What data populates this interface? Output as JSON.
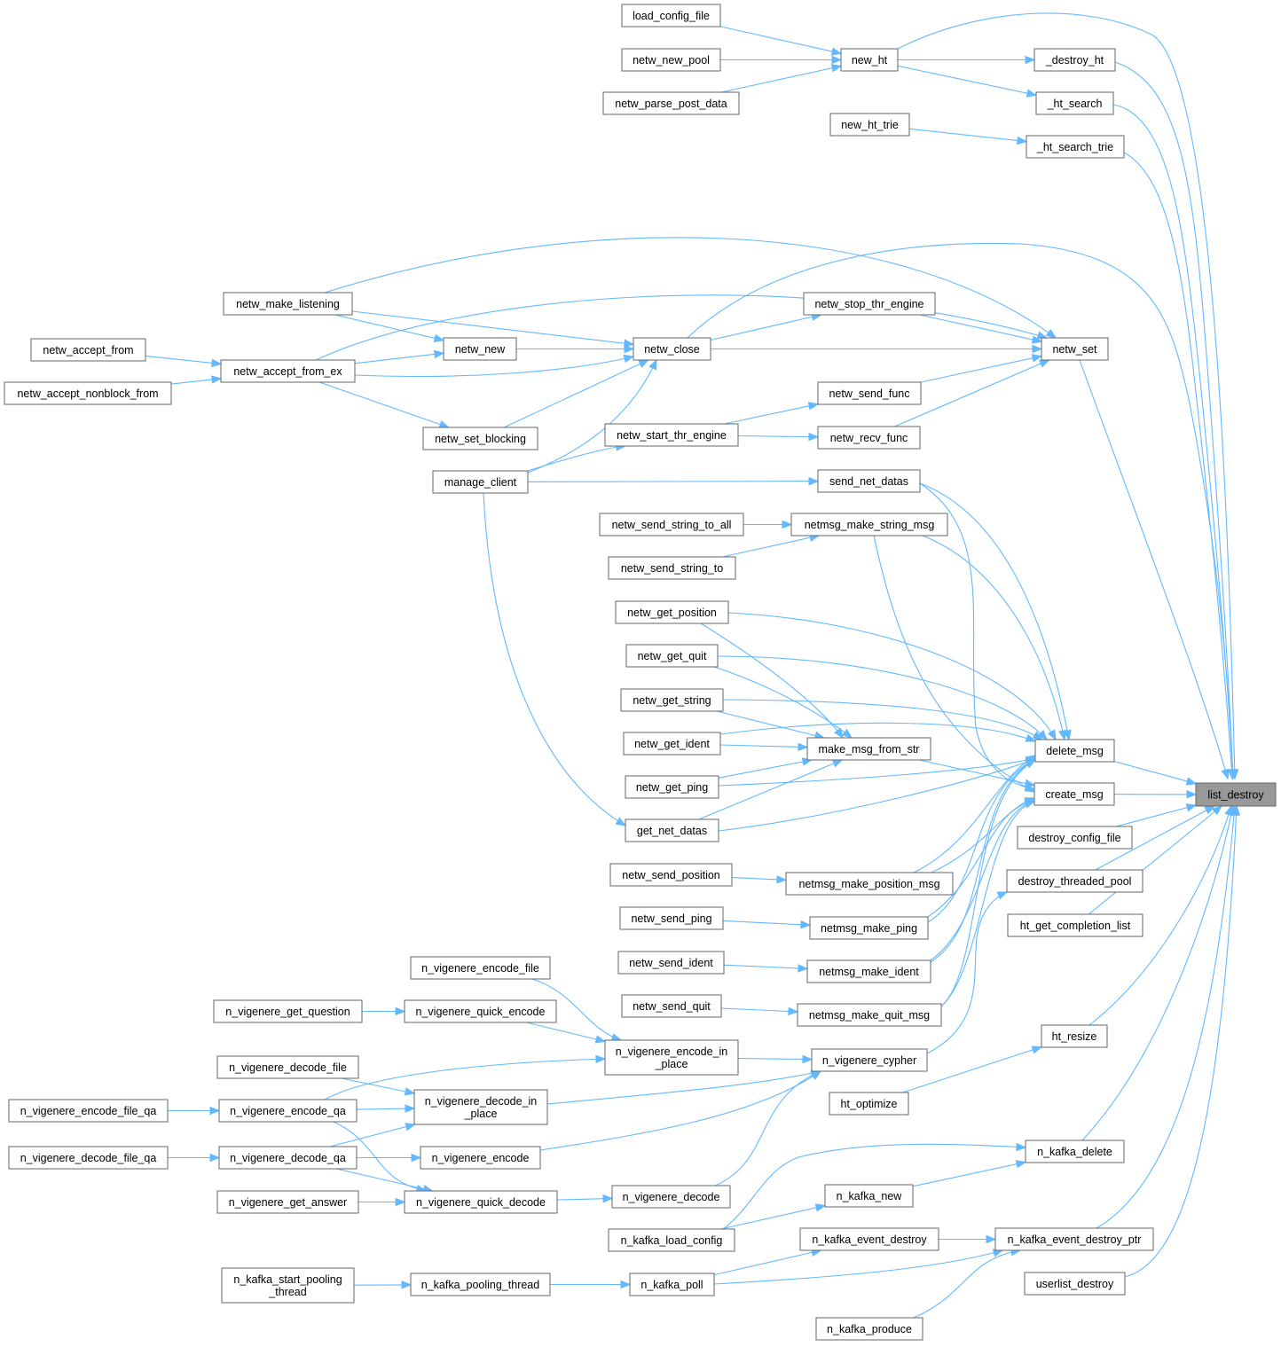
{
  "nodes": {
    "load_config_file": {
      "lines": [
        "load_config_file"
      ]
    },
    "netw_new_pool": {
      "lines": [
        "netw_new_pool"
      ]
    },
    "netw_parse_post_data": {
      "lines": [
        "netw_parse_post_data"
      ]
    },
    "new_ht": {
      "lines": [
        "new_ht"
      ]
    },
    "_destroy_ht": {
      "lines": [
        "_destroy_ht"
      ]
    },
    "_ht_search": {
      "lines": [
        "_ht_search"
      ]
    },
    "new_ht_trie": {
      "lines": [
        "new_ht_trie"
      ]
    },
    "_ht_search_trie": {
      "lines": [
        "_ht_search_trie"
      ]
    },
    "netw_make_listening": {
      "lines": [
        "netw_make_listening"
      ]
    },
    "netw_stop_thr_engine": {
      "lines": [
        "netw_stop_thr_engine"
      ]
    },
    "netw_accept_from": {
      "lines": [
        "netw_accept_from"
      ]
    },
    "netw_new": {
      "lines": [
        "netw_new"
      ]
    },
    "netw_close": {
      "lines": [
        "netw_close"
      ]
    },
    "netw_set": {
      "lines": [
        "netw_set"
      ]
    },
    "netw_accept_from_ex": {
      "lines": [
        "netw_accept_from_ex"
      ]
    },
    "netw_accept_nonblock_from": {
      "lines": [
        "netw_accept_nonblock_from"
      ]
    },
    "netw_send_func": {
      "lines": [
        "netw_send_func"
      ]
    },
    "netw_start_thr_engine": {
      "lines": [
        "netw_start_thr_engine"
      ]
    },
    "netw_set_blocking": {
      "lines": [
        "netw_set_blocking"
      ]
    },
    "netw_recv_func": {
      "lines": [
        "netw_recv_func"
      ]
    },
    "manage_client": {
      "lines": [
        "manage_client"
      ]
    },
    "send_net_datas": {
      "lines": [
        "send_net_datas"
      ]
    },
    "netw_send_string_to_all": {
      "lines": [
        "netw_send_string_to_all"
      ]
    },
    "netmsg_make_string_msg": {
      "lines": [
        "netmsg_make_string_msg"
      ]
    },
    "netw_send_string_to": {
      "lines": [
        "netw_send_string_to"
      ]
    },
    "netw_get_position": {
      "lines": [
        "netw_get_position"
      ]
    },
    "netw_get_quit": {
      "lines": [
        "netw_get_quit"
      ]
    },
    "netw_get_string": {
      "lines": [
        "netw_get_string"
      ]
    },
    "netw_get_ident": {
      "lines": [
        "netw_get_ident"
      ]
    },
    "make_msg_from_str": {
      "lines": [
        "make_msg_from_str"
      ]
    },
    "delete_msg": {
      "lines": [
        "delete_msg"
      ]
    },
    "netw_get_ping": {
      "lines": [
        "netw_get_ping"
      ]
    },
    "create_msg": {
      "lines": [
        "create_msg"
      ]
    },
    "list_destroy": {
      "lines": [
        "list_destroy"
      ]
    },
    "get_net_datas": {
      "lines": [
        "get_net_datas"
      ]
    },
    "destroy_config_file": {
      "lines": [
        "destroy_config_file"
      ]
    },
    "netw_send_position": {
      "lines": [
        "netw_send_position"
      ]
    },
    "netmsg_make_position_msg": {
      "lines": [
        "netmsg_make_position_msg"
      ]
    },
    "destroy_threaded_pool": {
      "lines": [
        "destroy_threaded_pool"
      ]
    },
    "netw_send_ping": {
      "lines": [
        "netw_send_ping"
      ]
    },
    "netmsg_make_ping": {
      "lines": [
        "netmsg_make_ping"
      ]
    },
    "ht_get_completion_list": {
      "lines": [
        "ht_get_completion_list"
      ]
    },
    "netw_send_ident": {
      "lines": [
        "netw_send_ident"
      ]
    },
    "netmsg_make_ident": {
      "lines": [
        "netmsg_make_ident"
      ]
    },
    "n_vigenere_encode_file": {
      "lines": [
        "n_vigenere_encode_file"
      ]
    },
    "n_vigenere_get_question": {
      "lines": [
        "n_vigenere_get_question"
      ]
    },
    "n_vigenere_quick_encode": {
      "lines": [
        "n_vigenere_quick_encode"
      ]
    },
    "netw_send_quit": {
      "lines": [
        "netw_send_quit"
      ]
    },
    "netmsg_make_quit_msg": {
      "lines": [
        "netmsg_make_quit_msg"
      ]
    },
    "ht_resize": {
      "lines": [
        "ht_resize"
      ]
    },
    "n_vigenere_encode_in_place": {
      "lines": [
        "n_vigenere_encode_in",
        "_place"
      ]
    },
    "n_vigenere_cypher": {
      "lines": [
        "n_vigenere_cypher"
      ]
    },
    "n_vigenere_decode_file": {
      "lines": [
        "n_vigenere_decode_file"
      ]
    },
    "n_vigenere_decode_in_place": {
      "lines": [
        "n_vigenere_decode_in",
        "_place"
      ]
    },
    "ht_optimize": {
      "lines": [
        "ht_optimize"
      ]
    },
    "n_vigenere_encode_file_qa": {
      "lines": [
        "n_vigenere_encode_file_qa"
      ]
    },
    "n_vigenere_encode_qa": {
      "lines": [
        "n_vigenere_encode_qa"
      ]
    },
    "n_vigenere_decode_file_qa": {
      "lines": [
        "n_vigenere_decode_file_qa"
      ]
    },
    "n_vigenere_decode_qa": {
      "lines": [
        "n_vigenere_decode_qa"
      ]
    },
    "n_vigenere_encode": {
      "lines": [
        "n_vigenere_encode"
      ]
    },
    "n_kafka_delete": {
      "lines": [
        "n_kafka_delete"
      ]
    },
    "n_vigenere_get_answer": {
      "lines": [
        "n_vigenere_get_answer"
      ]
    },
    "n_vigenere_quick_decode": {
      "lines": [
        "n_vigenere_quick_decode"
      ]
    },
    "n_vigenere_decode": {
      "lines": [
        "n_vigenere_decode"
      ]
    },
    "n_kafka_new": {
      "lines": [
        "n_kafka_new"
      ]
    },
    "n_kafka_load_config": {
      "lines": [
        "n_kafka_load_config"
      ]
    },
    "n_kafka_event_destroy": {
      "lines": [
        "n_kafka_event_destroy"
      ]
    },
    "n_kafka_event_destroy_ptr": {
      "lines": [
        "n_kafka_event_destroy_ptr"
      ]
    },
    "n_kafka_start_pooling_thread": {
      "lines": [
        "n_kafka_start_pooling",
        "_thread"
      ]
    },
    "n_kafka_pooling_thread": {
      "lines": [
        "n_kafka_pooling_thread"
      ]
    },
    "n_kafka_poll": {
      "lines": [
        "n_kafka_poll"
      ]
    },
    "userlist_destroy": {
      "lines": [
        "userlist_destroy"
      ]
    },
    "n_kafka_produce": {
      "lines": [
        "n_kafka_produce"
      ]
    }
  },
  "highlighted": "list_destroy",
  "edges": [
    [
      "load_config_file",
      "new_ht"
    ],
    [
      "netw_new_pool",
      "new_ht"
    ],
    [
      "netw_parse_post_data",
      "new_ht"
    ],
    [
      "new_ht",
      "_destroy_ht"
    ],
    [
      "new_ht",
      "_ht_search"
    ],
    [
      "new_ht",
      "list_destroy"
    ],
    [
      "new_ht_trie",
      "_ht_search_trie"
    ],
    [
      "_destroy_ht",
      "list_destroy"
    ],
    [
      "_ht_search",
      "list_destroy"
    ],
    [
      "_ht_search_trie",
      "list_destroy"
    ],
    [
      "netw_make_listening",
      "netw_set"
    ],
    [
      "netw_make_listening",
      "netw_close"
    ],
    [
      "netw_make_listening",
      "netw_new"
    ],
    [
      "netw_accept_from",
      "netw_accept_from_ex"
    ],
    [
      "netw_accept_nonblock_from",
      "netw_accept_from_ex"
    ],
    [
      "netw_accept_from_ex",
      "netw_new"
    ],
    [
      "netw_accept_from_ex",
      "netw_close"
    ],
    [
      "netw_accept_from_ex",
      "netw_set"
    ],
    [
      "netw_accept_from_ex",
      "netw_set_blocking"
    ],
    [
      "netw_new",
      "netw_close"
    ],
    [
      "netw_set_blocking",
      "netw_close"
    ],
    [
      "netw_close",
      "netw_stop_thr_engine"
    ],
    [
      "netw_close",
      "netw_set"
    ],
    [
      "netw_close",
      "list_destroy"
    ],
    [
      "netw_stop_thr_engine",
      "netw_set"
    ],
    [
      "netw_send_func",
      "netw_set"
    ],
    [
      "netw_recv_func",
      "netw_set"
    ],
    [
      "netw_start_thr_engine",
      "netw_send_func"
    ],
    [
      "netw_start_thr_engine",
      "netw_recv_func"
    ],
    [
      "manage_client",
      "netw_close"
    ],
    [
      "manage_client",
      "netw_start_thr_engine"
    ],
    [
      "manage_client",
      "send_net_datas"
    ],
    [
      "manage_client",
      "get_net_datas"
    ],
    [
      "netw_set",
      "list_destroy"
    ],
    [
      "send_net_datas",
      "delete_msg"
    ],
    [
      "send_net_datas",
      "create_msg"
    ],
    [
      "netw_send_string_to_all",
      "netmsg_make_string_msg"
    ],
    [
      "netw_send_string_to",
      "netmsg_make_string_msg"
    ],
    [
      "netmsg_make_string_msg",
      "delete_msg"
    ],
    [
      "netmsg_make_string_msg",
      "create_msg"
    ],
    [
      "netw_get_position",
      "make_msg_from_str"
    ],
    [
      "netw_get_position",
      "delete_msg"
    ],
    [
      "netw_get_quit",
      "make_msg_from_str"
    ],
    [
      "netw_get_quit",
      "delete_msg"
    ],
    [
      "netw_get_string",
      "make_msg_from_str"
    ],
    [
      "netw_get_string",
      "delete_msg"
    ],
    [
      "netw_get_ident",
      "make_msg_from_str"
    ],
    [
      "netw_get_ident",
      "delete_msg"
    ],
    [
      "netw_get_ping",
      "make_msg_from_str"
    ],
    [
      "netw_get_ping",
      "delete_msg"
    ],
    [
      "get_net_datas",
      "make_msg_from_str"
    ],
    [
      "get_net_datas",
      "delete_msg"
    ],
    [
      "make_msg_from_str",
      "create_msg"
    ],
    [
      "delete_msg",
      "list_destroy"
    ],
    [
      "create_msg",
      "list_destroy"
    ],
    [
      "destroy_config_file",
      "list_destroy"
    ],
    [
      "destroy_threaded_pool",
      "list_destroy"
    ],
    [
      "ht_get_completion_list",
      "list_destroy"
    ],
    [
      "netw_send_position",
      "netmsg_make_position_msg"
    ],
    [
      "netmsg_make_position_msg",
      "delete_msg"
    ],
    [
      "netmsg_make_position_msg",
      "create_msg"
    ],
    [
      "netw_send_ping",
      "netmsg_make_ping"
    ],
    [
      "netmsg_make_ping",
      "delete_msg"
    ],
    [
      "netmsg_make_ping",
      "create_msg"
    ],
    [
      "netw_send_ident",
      "netmsg_make_ident"
    ],
    [
      "netmsg_make_ident",
      "delete_msg"
    ],
    [
      "netmsg_make_ident",
      "create_msg"
    ],
    [
      "netw_send_quit",
      "netmsg_make_quit_msg"
    ],
    [
      "netmsg_make_quit_msg",
      "delete_msg"
    ],
    [
      "netmsg_make_quit_msg",
      "create_msg"
    ],
    [
      "n_vigenere_encode_file",
      "n_vigenere_encode_in_place"
    ],
    [
      "n_vigenere_get_question",
      "n_vigenere_quick_encode"
    ],
    [
      "n_vigenere_quick_encode",
      "n_vigenere_encode_in_place"
    ],
    [
      "n_vigenere_encode_in_place",
      "n_vigenere_cypher"
    ],
    [
      "n_vigenere_decode_file",
      "n_vigenere_decode_in_place"
    ],
    [
      "n_vigenere_decode_in_place",
      "n_vigenere_cypher"
    ],
    [
      "n_vigenere_encode_file_qa",
      "n_vigenere_encode_qa"
    ],
    [
      "n_vigenere_encode_qa",
      "n_vigenere_decode_in_place"
    ],
    [
      "n_vigenere_encode_qa",
      "n_vigenere_encode_in_place"
    ],
    [
      "n_vigenere_encode_qa",
      "n_vigenere_quick_decode"
    ],
    [
      "n_vigenere_decode_file_qa",
      "n_vigenere_decode_qa"
    ],
    [
      "n_vigenere_decode_qa",
      "n_vigenere_encode"
    ],
    [
      "n_vigenere_decode_qa",
      "n_vigenere_decode_in_place"
    ],
    [
      "n_vigenere_decode_qa",
      "n_vigenere_quick_decode"
    ],
    [
      "n_vigenere_get_answer",
      "n_vigenere_quick_decode"
    ],
    [
      "n_vigenere_quick_decode",
      "n_vigenere_decode"
    ],
    [
      "n_vigenere_encode",
      "n_vigenere_cypher"
    ],
    [
      "n_vigenere_decode",
      "n_vigenere_cypher"
    ],
    [
      "n_vigenere_cypher",
      "destroy_threaded_pool"
    ],
    [
      "ht_optimize",
      "ht_resize"
    ],
    [
      "ht_resize",
      "list_destroy"
    ],
    [
      "n_kafka_load_config",
      "n_kafka_delete"
    ],
    [
      "n_kafka_load_config",
      "n_kafka_new"
    ],
    [
      "n_kafka_new",
      "n_kafka_delete"
    ],
    [
      "n_kafka_delete",
      "list_destroy"
    ],
    [
      "n_kafka_event_destroy",
      "n_kafka_event_destroy_ptr"
    ],
    [
      "n_kafka_start_pooling_thread",
      "n_kafka_pooling_thread"
    ],
    [
      "n_kafka_pooling_thread",
      "n_kafka_poll"
    ],
    [
      "n_kafka_poll",
      "n_kafka_event_destroy"
    ],
    [
      "n_kafka_poll",
      "n_kafka_event_destroy_ptr"
    ],
    [
      "n_kafka_produce",
      "n_kafka_event_destroy_ptr"
    ],
    [
      "n_kafka_event_destroy_ptr",
      "list_destroy"
    ],
    [
      "userlist_destroy",
      "list_destroy"
    ]
  ]
}
